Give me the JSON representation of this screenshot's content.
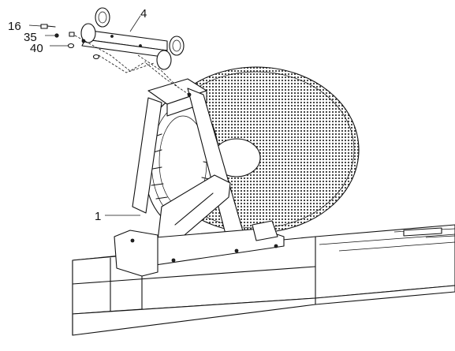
{
  "callouts": {
    "part_16": "16",
    "part_35": "35",
    "part_40": "40",
    "part_4": "4",
    "part_1": "1"
  }
}
